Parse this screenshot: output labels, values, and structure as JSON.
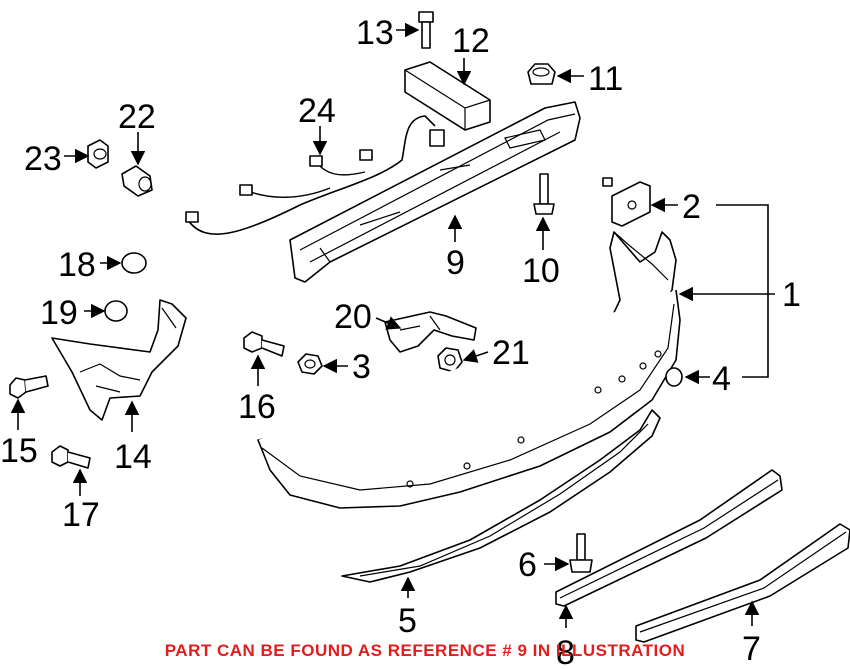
{
  "colors": {
    "caption": "#e11d1d",
    "lines": "#000000",
    "background": "#ffffff"
  },
  "callouts": [
    "1",
    "2",
    "3",
    "4",
    "5",
    "6",
    "7",
    "8",
    "9",
    "10",
    "11",
    "12",
    "13",
    "14",
    "15",
    "16",
    "17",
    "18",
    "19",
    "20",
    "21",
    "22",
    "23",
    "24"
  ],
  "caption": "PART CAN BE FOUND AS REFERENCE # 9 IN ILLUSTRATION"
}
